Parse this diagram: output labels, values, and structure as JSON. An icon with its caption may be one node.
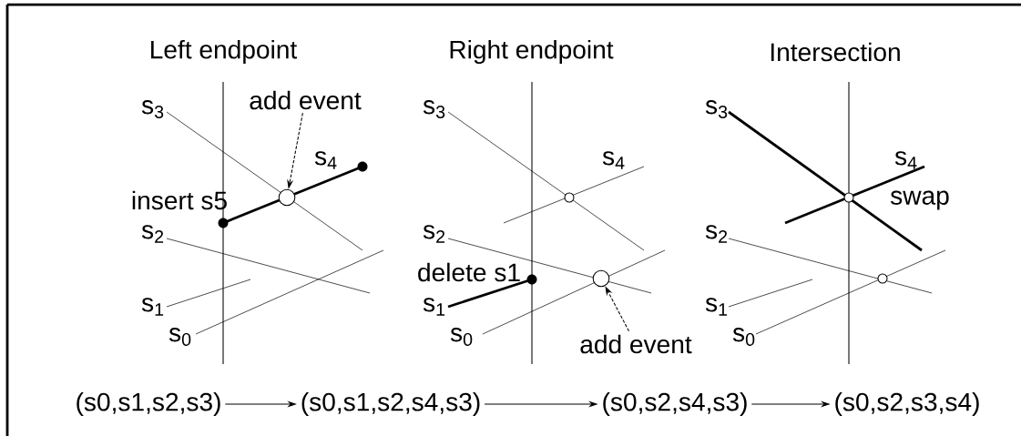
{
  "diagram": {
    "nodes": [
      {
        "text": [
          "(s0,s1,s2,s3)"
        ]
      },
      {
        "text": [
          "(s0,s1,s2,s4,s3)"
        ]
      },
      {
        "text": [
          "(s0,s2,s4,s3)"
        ]
      },
      {
        "text": [
          "(s0,s2,s3,s4)"
        ]
      },
      {
        "text": [
          "add event"
        ]
      },
      {
        "text": [],
        "shape": "circle"
      },
      {
        "text": [
          "add event"
        ]
      },
      {
        "text": [],
        "shape": "circle"
      }
    ],
    "edges": [
      {
        "from": 0,
        "to": 1,
        "arrow": "to"
      },
      {
        "from": 1,
        "to": 2,
        "arrow": "to"
      },
      {
        "from": 2,
        "to": 3,
        "arrow": "to"
      },
      {
        "from": 4,
        "to": 5,
        "arrow": "to",
        "style": "dashed"
      },
      {
        "from": 6,
        "to": 7,
        "arrow": "to",
        "style": "dashed"
      }
    ],
    "labels": [
      "Left endpoint",
      "Right endpoint",
      "Intersection",
      "s$_{3}$",
      "s$_{4}$",
      "insert s5",
      "s$_{2}$",
      "s$_{1}$",
      "s$_{0}$",
      "s$_{3}$",
      "s$_{4}$",
      "s$_{2}$",
      "delete s1",
      "s$_{1}$",
      "s$_{0}$",
      "s$_{3}$",
      "s$_{4}$",
      "swap",
      "s$_{2}$",
      "s$_{1}$",
      "s$_{0}$"
    ]
  }
}
